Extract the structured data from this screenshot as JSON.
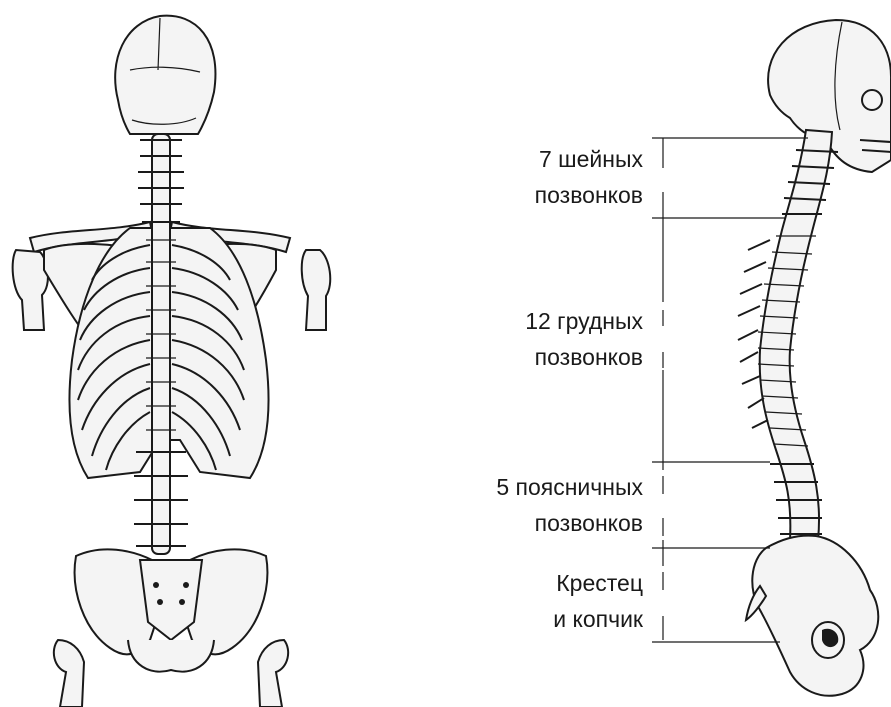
{
  "labels": {
    "cervical_line1": "7 шейных",
    "cervical_line2": "позвонков",
    "thoracic_line1": "12 грудных",
    "thoracic_line2": "позвонков",
    "lumbar_line1": "5 поясничных",
    "lumbar_line2": "позвонков",
    "sacral_line1": "Крестец",
    "sacral_line2": "и копчик"
  },
  "colors": {
    "background": "#ffffff",
    "ink": "#1a1a1a",
    "bone_fill": "#f4f4f4"
  }
}
